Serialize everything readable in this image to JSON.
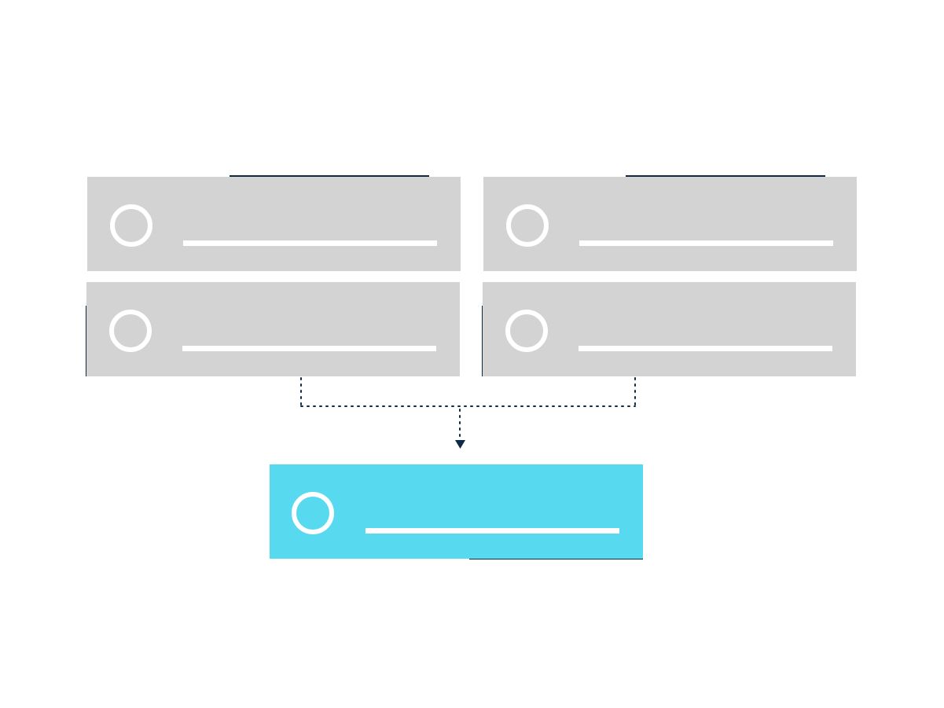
{
  "colors": {
    "card_fill": "#d3d3d3",
    "result_fill": "#57d9f0",
    "accent": "#0f2a44",
    "placeholder": "#ffffff",
    "connector": "#0f2a44"
  },
  "source_cards": [
    {
      "id": "top-left",
      "icon": "circle-placeholder-icon",
      "text_line": "placeholder-line"
    },
    {
      "id": "top-right",
      "icon": "circle-placeholder-icon",
      "text_line": "placeholder-line"
    },
    {
      "id": "bottom-left",
      "icon": "circle-placeholder-icon",
      "text_line": "placeholder-line"
    },
    {
      "id": "bottom-right",
      "icon": "circle-placeholder-icon",
      "text_line": "placeholder-line"
    }
  ],
  "result_card": {
    "id": "result",
    "icon": "circle-placeholder-icon",
    "text_line": "placeholder-line"
  },
  "connector": {
    "style": "dotted",
    "arrow": "arrow-down-icon"
  }
}
